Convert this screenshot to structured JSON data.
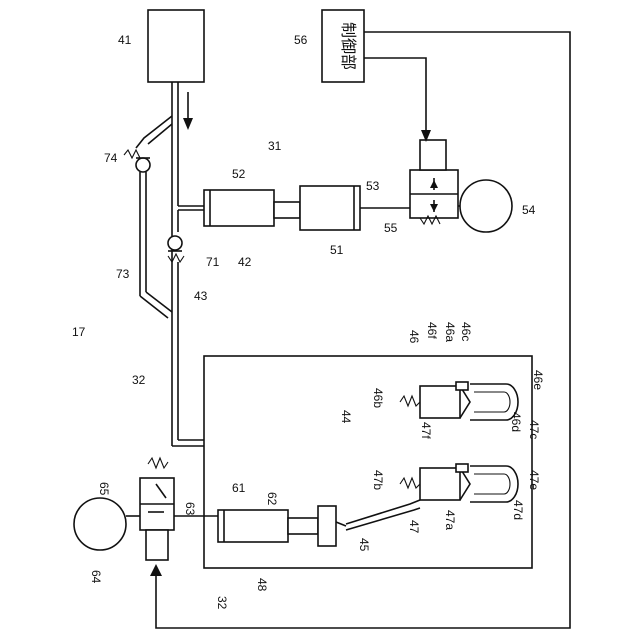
{
  "labels": {
    "r17": "17",
    "r31": "31",
    "r32a": "32",
    "r32b": "32",
    "r41": "41",
    "r42": "42",
    "r43": "43",
    "r44": "44",
    "r45": "45",
    "r46": "46",
    "r46a": "46a",
    "r46b": "46b",
    "r46c": "46c",
    "r46d": "46d",
    "r46e": "46e",
    "r46f": "46f",
    "r47": "47",
    "r47a": "47a",
    "r47b": "47b",
    "r47c": "47c",
    "r47d": "47d",
    "r47e": "47e",
    "r47f": "47f",
    "r48": "48",
    "r51": "51",
    "r52": "52",
    "r53": "53",
    "r54": "54",
    "r55": "55",
    "r56": "56",
    "r61": "61",
    "r62": "62",
    "r63": "63",
    "r64": "64",
    "r65": "65",
    "r71": "71",
    "r73": "73",
    "r74": "74",
    "controller": "制御部"
  },
  "colors": {
    "line": "#111111",
    "background": "#ffffff"
  }
}
